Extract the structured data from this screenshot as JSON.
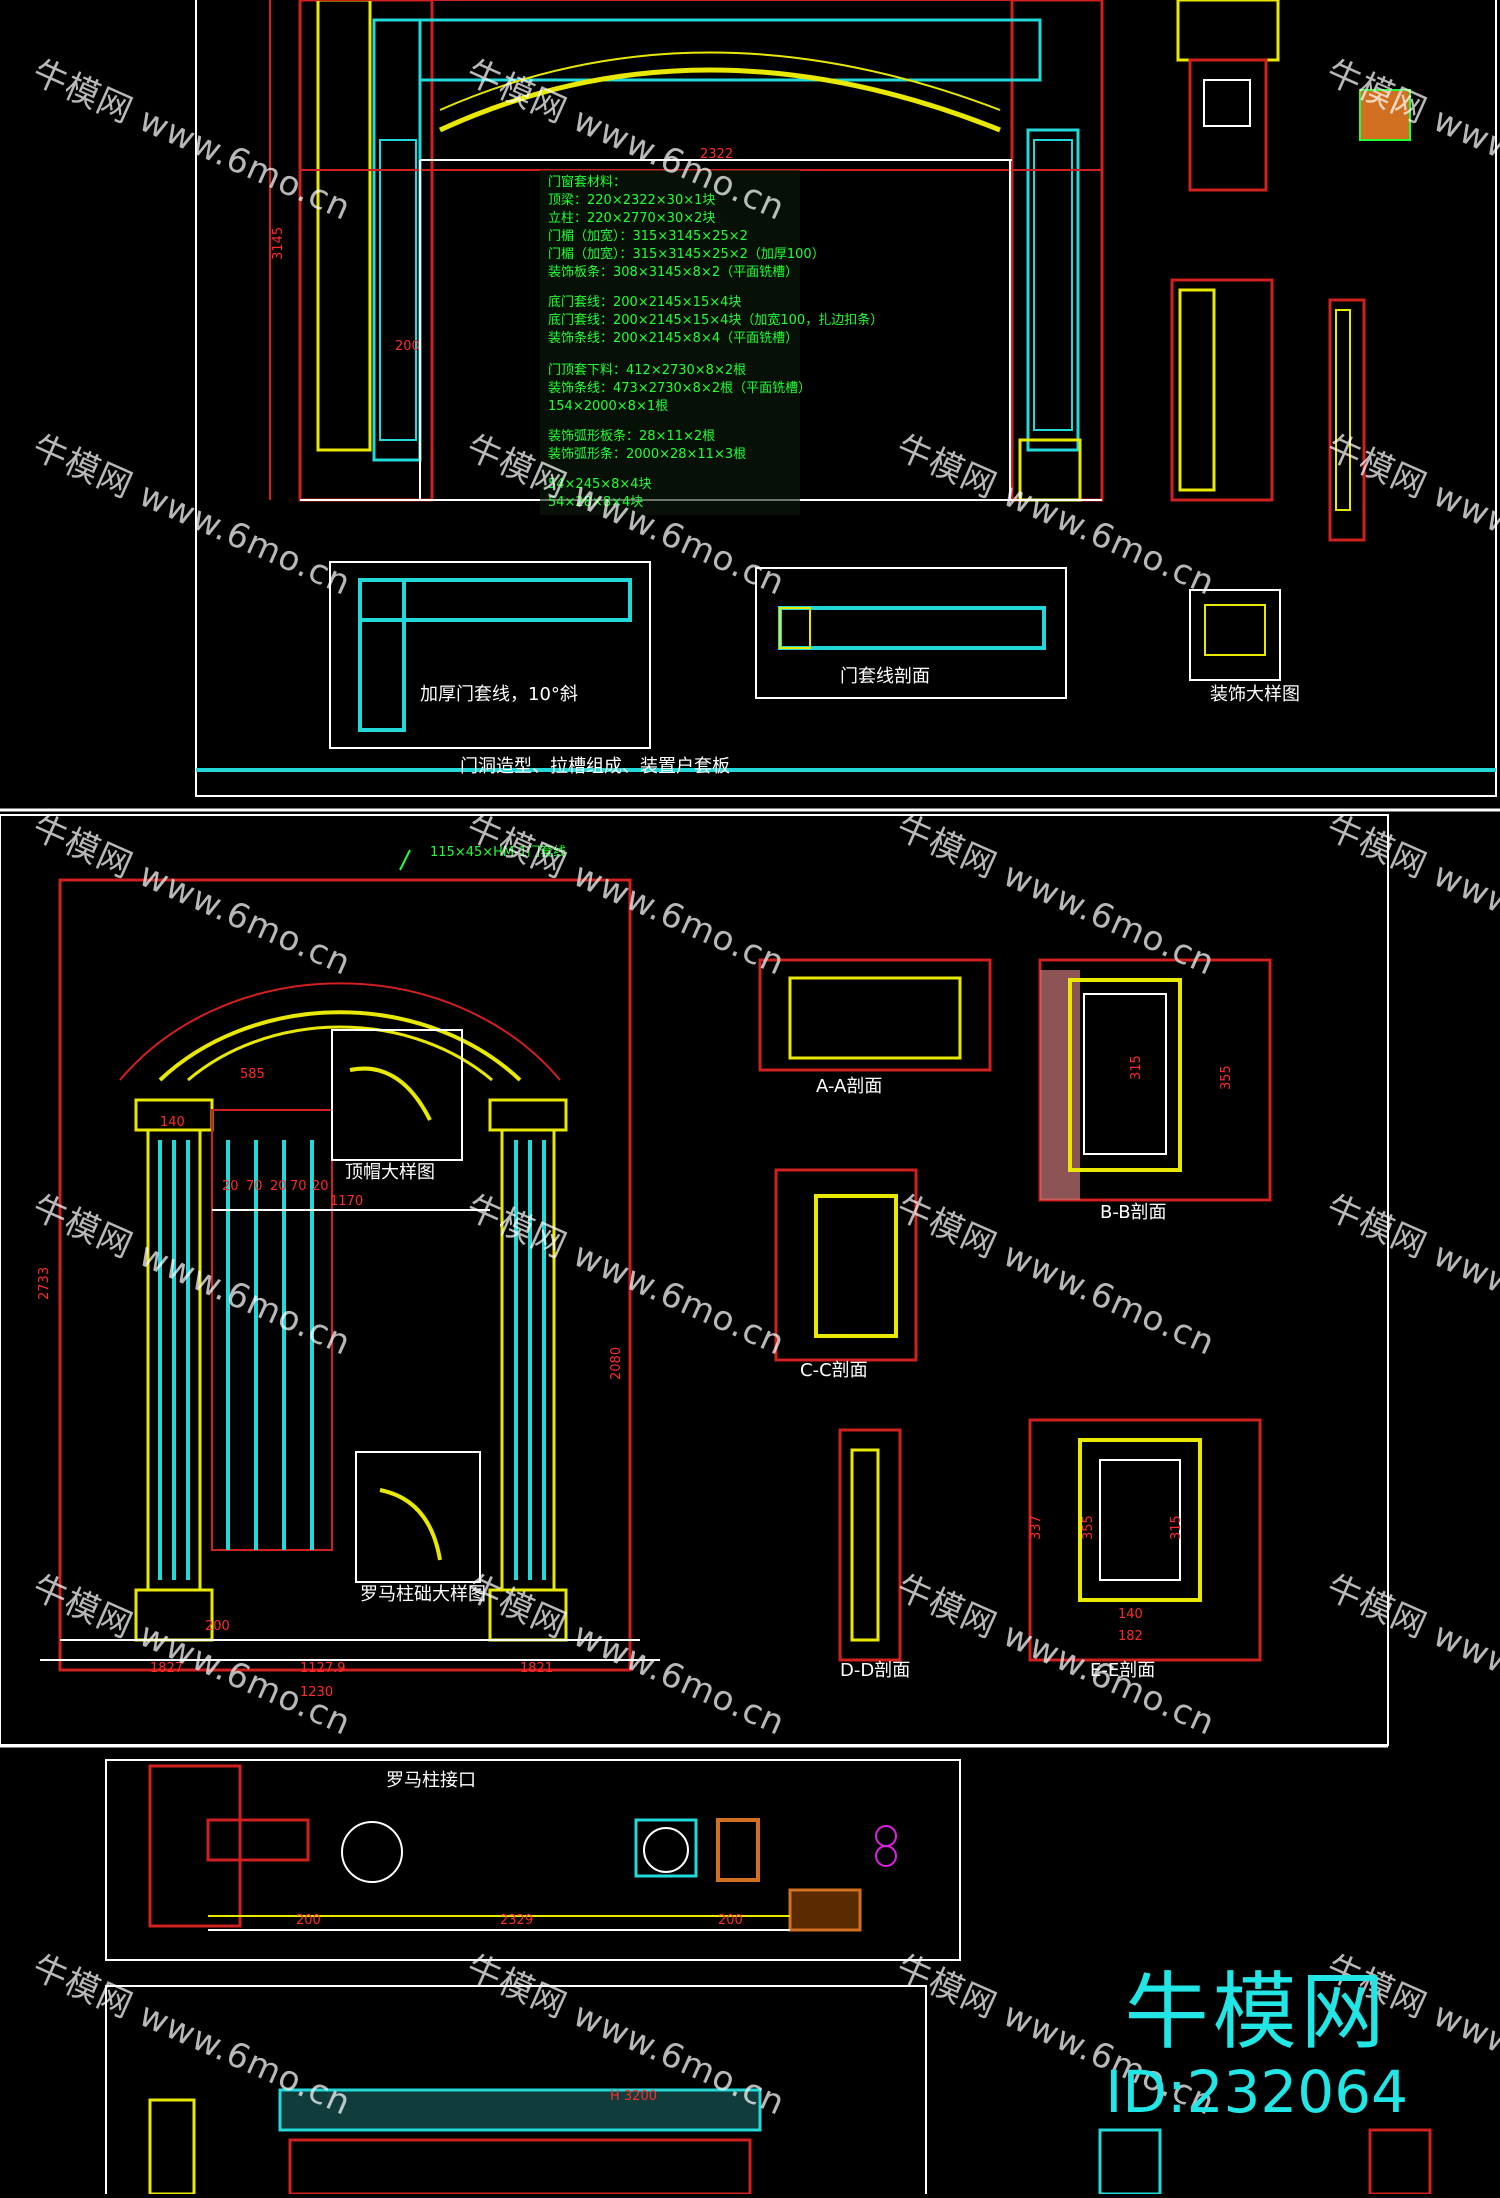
{
  "top_sheet": {
    "notes_group_1": [
      "门窗套材料：",
      "顶梁：220×2322×30×1块",
      "立柱：220×2770×30×2块",
      "门楣（加宽）：315×3145×25×2",
      "门楣（加宽）：315×3145×25×2（加厚100）",
      "装饰板条：308×3145×8×2（平面铣槽）"
    ],
    "notes_group_2": [
      "底门套线：200×2145×15×4块",
      "底门套线：200×2145×15×4块（加宽100，扎边扣条）",
      "装饰条线：200×2145×8×4（平面铣槽）"
    ],
    "notes_group_3": [
      "门顶套下料：412×2730×8×2根",
      "装饰条线：473×2730×8×2根（平面铣槽）",
      "154×2000×8×1根"
    ],
    "notes_group_4": [
      "装饰弧形板条：28×11×2根",
      "装饰弧形条：2000×28×11×3根"
    ],
    "notes_group_5": [
      "54×245×8×4块",
      "54×28×8×4块"
    ],
    "dim_width": "2322",
    "dim_left": "3145",
    "dim_mid": "200",
    "detail_caption": "加厚门套线，10°斜",
    "detail_caption_2": "门套线剖面",
    "bottom_title": "门洞造型、拉槽组成、装置户套板",
    "small_caption": "装饰大样图"
  },
  "middle_sheet": {
    "title_label": "115×45×HM-1门套线",
    "dims": {
      "overall_width": "1230",
      "inner_width": "1127.9",
      "side_a": "1827",
      "side_b": "1821",
      "top_width": "585",
      "pillar_cap": "140",
      "pillar_base": "200",
      "flute_width": "1170",
      "flute_segments": [
        "20",
        "70",
        "20",
        "70",
        "20"
      ],
      "height_total": "2733",
      "height_right": "2080",
      "vertical_a": "315",
      "vertical_b": "355",
      "vertical_c": "337",
      "vertical_d": "355",
      "vertical_e": "315",
      "base_a": "140",
      "base_b": "182"
    },
    "captions": [
      "顶帽大样图",
      "罗马柱础大样图",
      "A-A剖面",
      "B-B剖面",
      "C-C剖面",
      "D-D剖面",
      "E-E剖面"
    ]
  },
  "lower_sheet": {
    "label_pillar": "罗马柱接口",
    "dim_main": "2329",
    "dim_side_a": "200",
    "dim_side_b": "200",
    "elevation_label": "H 3200"
  },
  "watermark": {
    "text": "牛模网 www.6mo.cn"
  },
  "brand": {
    "name": "牛模网",
    "id": "ID:232064"
  },
  "colors": {
    "background": "#000000",
    "cyan": "#22d8d8",
    "yellow": "#e8e800",
    "red": "#d02020",
    "green": "#22ff33",
    "white": "#ffffff",
    "brand": "#22e6e6"
  }
}
